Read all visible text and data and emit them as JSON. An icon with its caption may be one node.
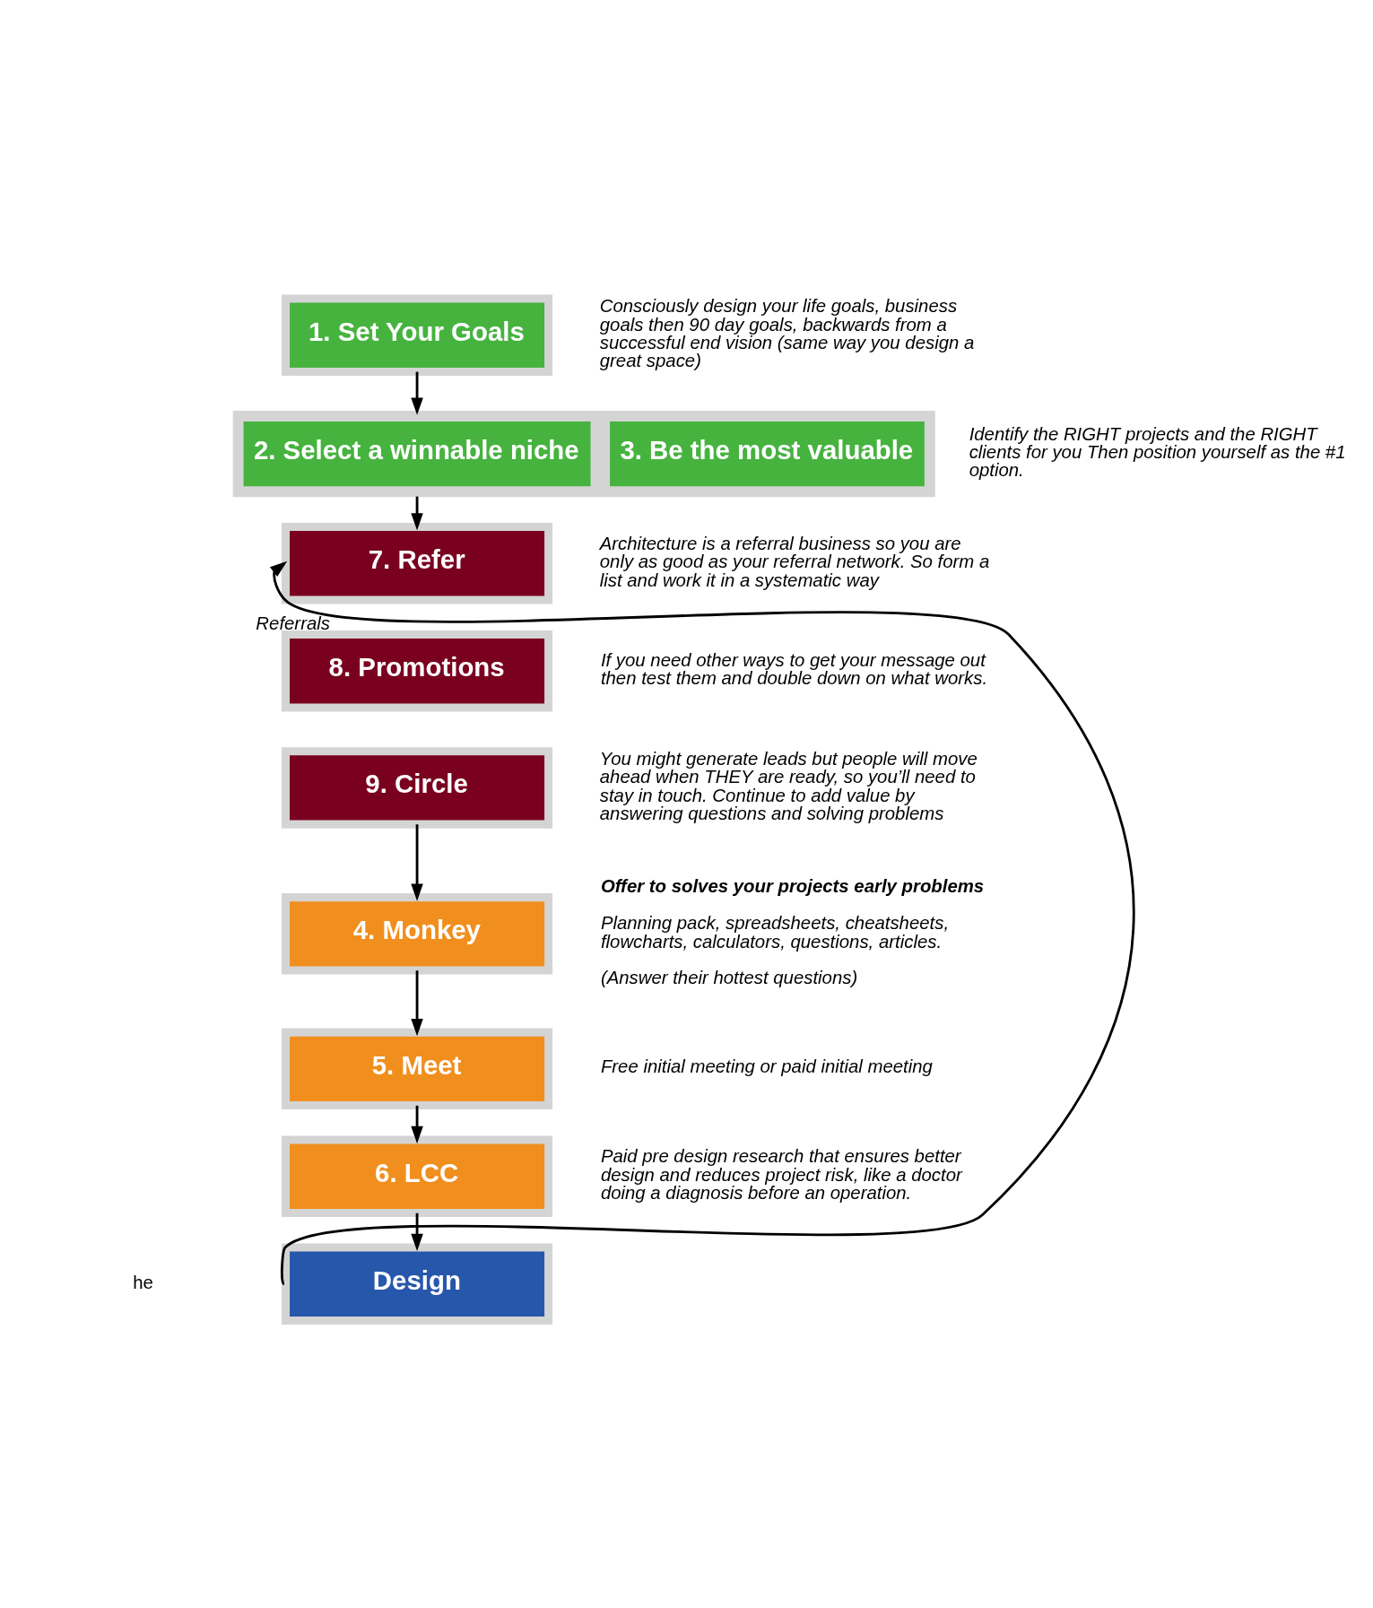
{
  "diagram": {
    "nodes": [
      {
        "text": [
          "1. Set Your Goals"
        ],
        "beside": [
          "Consciously design your life goals, business goals then 90 day goals, backwards from a successful end vision (same way you design a great space)"
        ]
      },
      {
        "text": [],
        "shape": "box",
        "beside": [
          "Identify the RIGHT projects and the RIGHT clients for you Then position yourself as the #1 option."
        ]
      },
      {
        "text": [
          "2. Select a winnable niche"
        ],
        "in": 1
      },
      {
        "text": [
          "3. Be the most valuable"
        ],
        "in": 1
      },
      {
        "text": [
          "7. Refer"
        ],
        "beside": [
          "Architecture is a referral business so you are only as good as your referral network. So form a list and work it in a systematic way"
        ]
      },
      {
        "text": [
          "8. Promotions"
        ],
        "beside": [
          "If you need other ways to get your message out then test them and double down on what works."
        ]
      },
      {
        "text": [
          "9. Circle"
        ],
        "beside": [
          "You might generate leads but people will move ahead when THEY are ready, so you’ll need to stay in touch. Continue to add value by answering questions and solving problems"
        ]
      },
      {
        "text": [
          "4. Monkey"
        ],
        "beside": [
          "Offer to solves your projects early problems",
          "Planning pack, spreadsheets, cheatsheets, flowcharts, calculators, questions, articles.",
          "(Answer their hottest questions)"
        ]
      },
      {
        "text": [
          "5. Meet"
        ],
        "beside": [
          "Free initial meeting or paid initial meeting"
        ]
      },
      {
        "text": [
          "6. LCC"
        ],
        "beside": [
          "Paid pre design research that ensures better design and reduces project risk, like a doctor doing a diagnosis before an operation."
        ]
      },
      {
        "text": [
          "Design"
        ]
      }
    ],
    "edges": [
      {
        "from": 0,
        "to": 1,
        "arrow": "to"
      },
      {
        "from": 1,
        "to": 4,
        "arrow": "to"
      },
      {
        "from": 6,
        "to": 7,
        "arrow": "to"
      },
      {
        "from": 7,
        "to": 8,
        "arrow": "to"
      },
      {
        "from": 8,
        "to": 9,
        "arrow": "to"
      },
      {
        "from": 9,
        "to": 10,
        "arrow": "to"
      },
      {
        "from": 10,
        "to": 4,
        "arrow": "to",
        "label": "Referrals"
      }
    ],
    "labels": [
      "he"
    ]
  }
}
